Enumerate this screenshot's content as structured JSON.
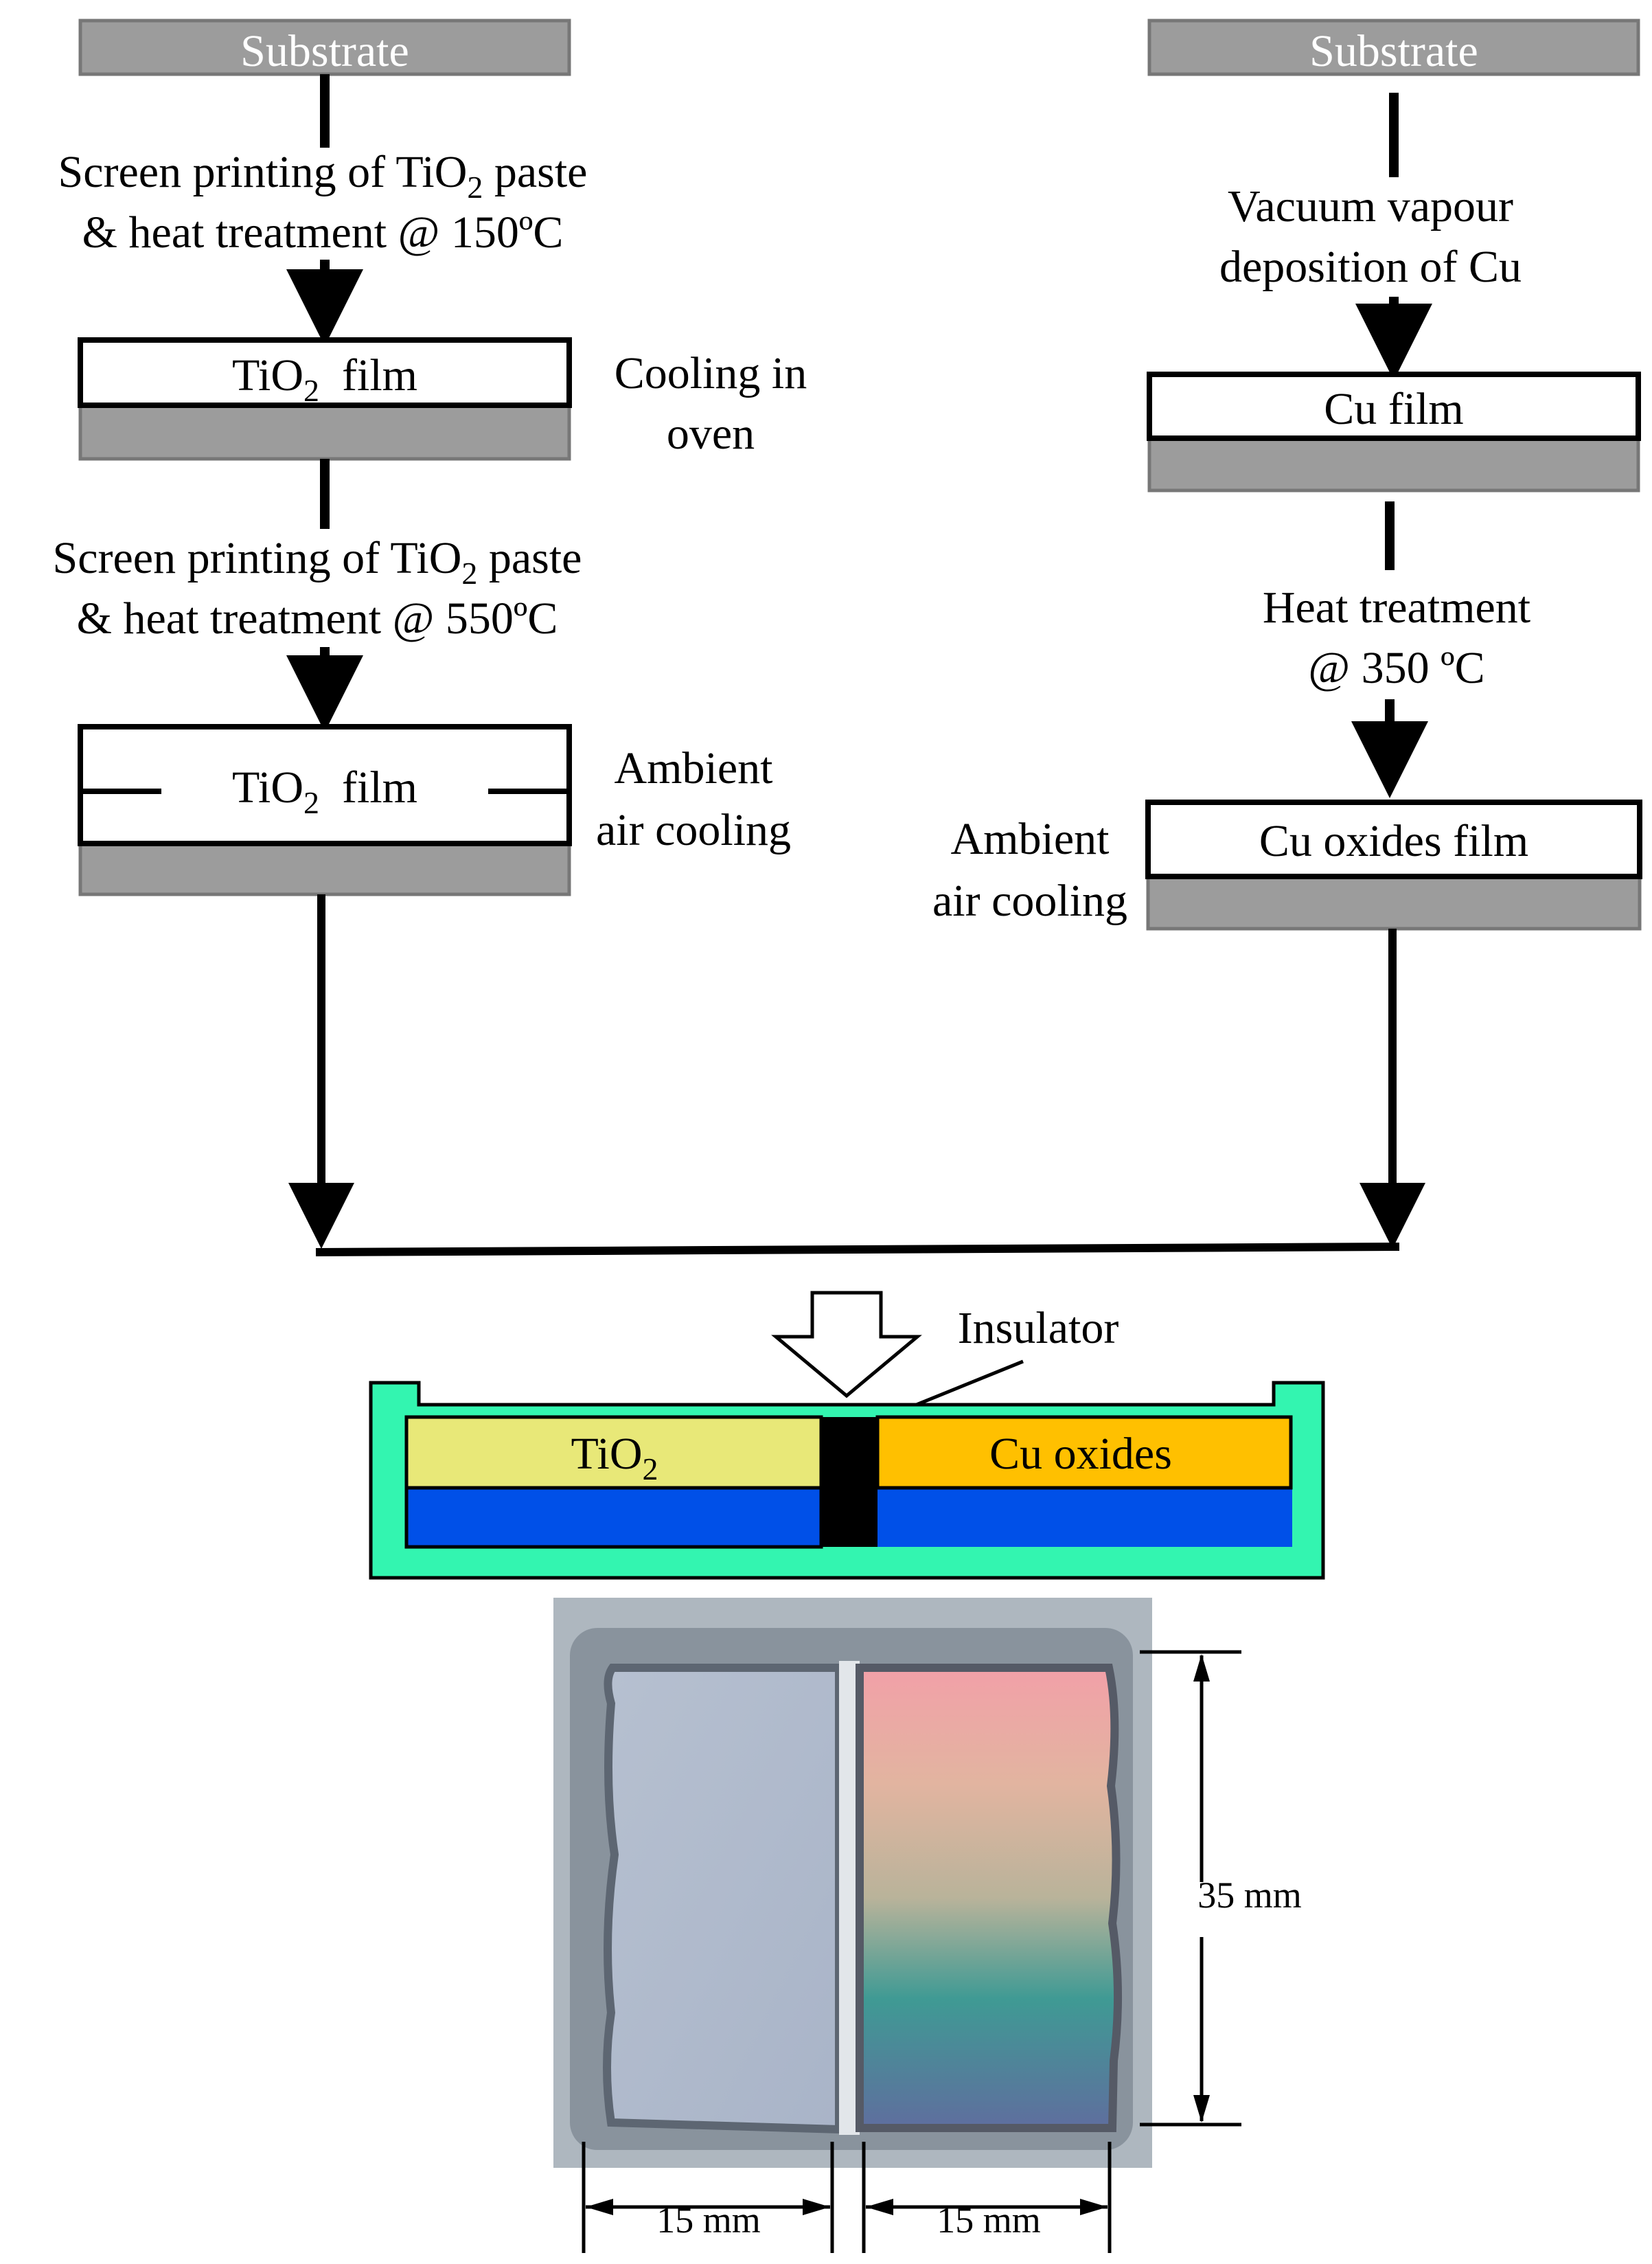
{
  "left": {
    "substrate": "Substrate",
    "step1_line1_a": "Screen printing of TiO",
    "step1_line1_sub": "2",
    "step1_line1_b": " paste",
    "step1_line2": "& heat treatment @ 150ºC",
    "film1_a": "TiO",
    "film1_sub": "2",
    "film1_b": "  film",
    "cool1_line1": "Cooling in",
    "cool1_line2": "oven",
    "step2_line1_a": "Screen printing of TiO",
    "step2_line1_sub": "2",
    "step2_line1_b": " paste",
    "step2_line2": "& heat treatment @ 550ºC",
    "film2_a": "TiO",
    "film2_sub": "2",
    "film2_b": "  film",
    "cool2_line1": "Ambient",
    "cool2_line2": "air cooling"
  },
  "right": {
    "substrate": "Substrate",
    "step1_line1": "Vacuum vapour",
    "step1_line2": "deposition of Cu",
    "film1": "Cu film",
    "step2_line1": "Heat treatment",
    "step2_line2": "@ 350 ºC",
    "film2": "Cu oxides film",
    "cool_line1": "Ambient",
    "cool_line2": "air cooling"
  },
  "device": {
    "insulator": "Insulator",
    "tio2_a": "TiO",
    "tio2_sub": "2",
    "cu_oxides": "Cu oxides"
  },
  "photo": {
    "height_label": "35 mm",
    "width_left_label": "15 mm",
    "width_right_label": "15 mm"
  },
  "colors": {
    "substrate_gray": "#9c9c9c",
    "tio2_yellow": "#e8e878",
    "cu_oxides_orange": "#ffc000",
    "electrode_blue": "#0050e8",
    "frame_green": "#33f5b0"
  }
}
